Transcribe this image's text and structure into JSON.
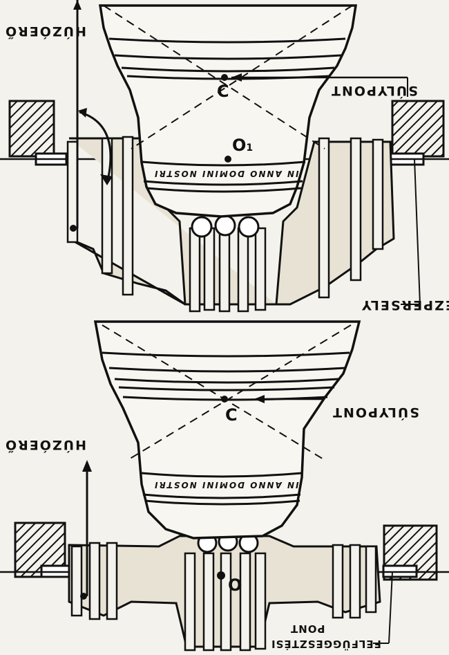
{
  "labels": {
    "top_lift_force": "HÚZÓERŐ",
    "top_center_of_gravity": "SÚLYPONT",
    "top_original_axis": "REZPERSELY",
    "bottom_lift_force": "HÚZÓERŐ",
    "bottom_center_of_gravity": "SÚLYPONT",
    "bottom_suspension_point_l1": "FELFÜGGESZTÉSI",
    "bottom_suspension_point_l2": "PONT"
  },
  "points": {
    "top_c": "C",
    "top_o1": "O",
    "top_o1_sub": "1",
    "bottom_c": "C",
    "bottom_o": "O"
  },
  "inscriptions": {
    "top_bell": "IN ANNO DOMINI NOSTRI",
    "bottom_bell": "IN ANNO DOMINI NOSTRI"
  },
  "colors": {
    "ink": "#111111",
    "paper": "#f4f2ec",
    "wood": "#e8e2d4"
  }
}
